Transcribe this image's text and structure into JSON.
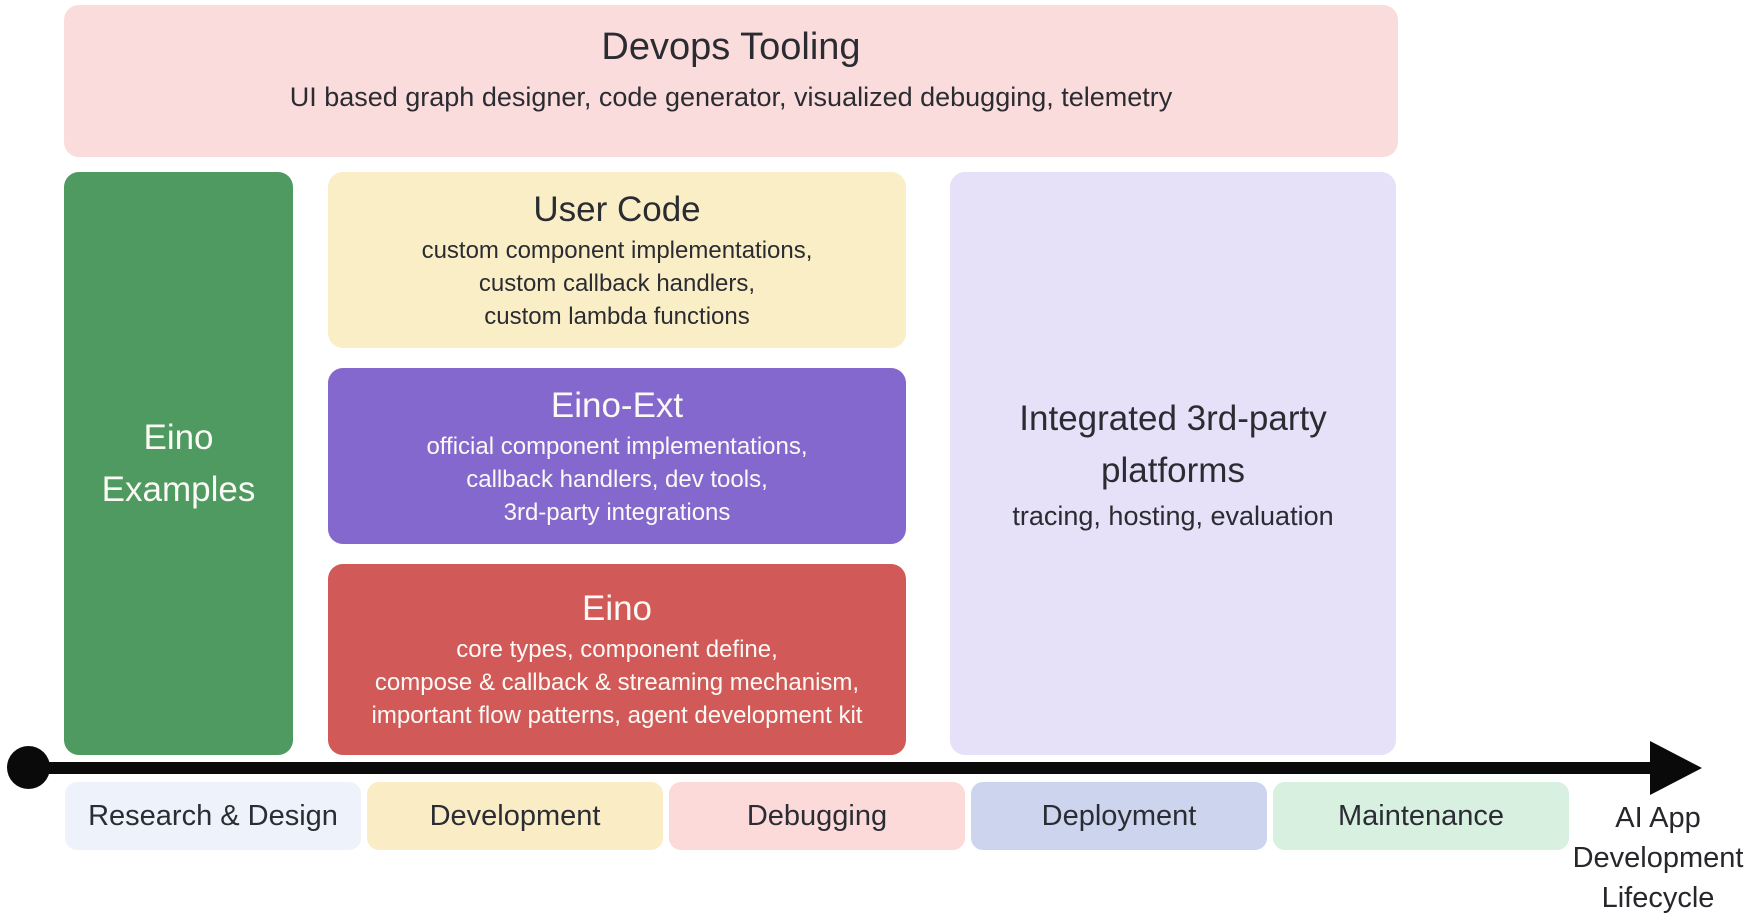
{
  "diagram": {
    "devops": {
      "title": "Devops Tooling",
      "subtitle": "UI based graph designer, code generator, visualized debugging, telemetry",
      "bg": "#fbdcdc"
    },
    "examples": {
      "title": "Eino Examples",
      "bg": "#4f9a60"
    },
    "user_code": {
      "title": "User Code",
      "lines": [
        "custom component implementations,",
        "custom callback handlers,",
        "custom lambda functions"
      ],
      "bg": "#faeec7"
    },
    "eino_ext": {
      "title": "Eino-Ext",
      "lines": [
        "official component implementations,",
        "callback handlers, dev tools,",
        "3rd-party integrations"
      ],
      "bg": "#8568cd"
    },
    "eino": {
      "title": "Eino",
      "lines": [
        "core types, component define,",
        "compose & callback & streaming mechanism,",
        "important flow patterns, agent development kit"
      ],
      "bg": "#d15a59"
    },
    "platforms": {
      "title": "Integrated 3rd-party platforms",
      "subtitle": "tracing, hosting, evaluation",
      "bg": "#e6e1f8"
    },
    "timeline": {
      "arrow_color": "#0a0a0a",
      "stages": [
        {
          "label": "Research & Design",
          "bg": "#eef2fa"
        },
        {
          "label": "Development",
          "bg": "#faecc5"
        },
        {
          "label": "Debugging",
          "bg": "#fcdada"
        },
        {
          "label": "Deployment",
          "bg": "#ccd4ee"
        },
        {
          "label": "Maintenance",
          "bg": "#d8f0df"
        }
      ],
      "axis_label": {
        "line1": "AI App",
        "line2": "Development",
        "line3": "Lifecycle"
      }
    }
  }
}
